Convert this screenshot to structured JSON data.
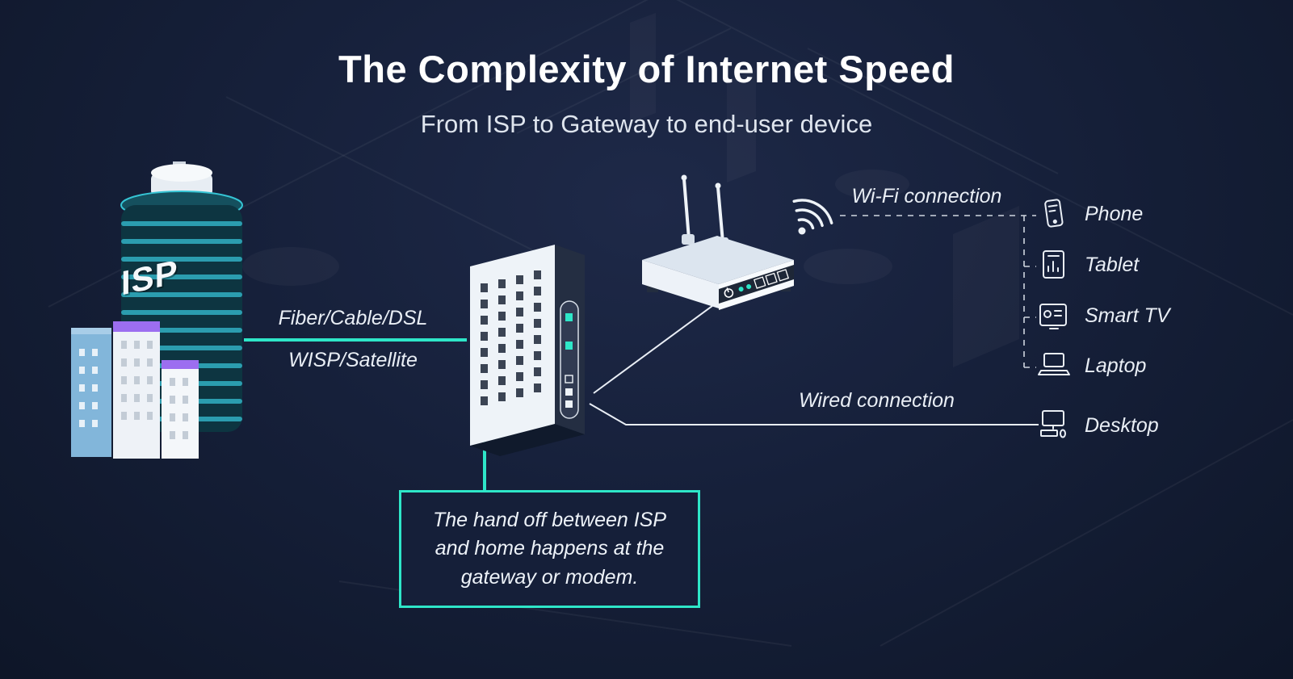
{
  "header": {
    "title": "The Complexity of Internet Speed",
    "subtitle": "From ISP to Gateway to end-user device"
  },
  "isp": {
    "label": "ISP"
  },
  "links": {
    "fiber_top": "Fiber/Cable/DSL",
    "fiber_bottom": "WISP/Satellite",
    "wifi": "Wi-Fi connection",
    "wired": "Wired connection"
  },
  "devices": [
    {
      "label": "Phone",
      "icon": "phone-icon"
    },
    {
      "label": "Tablet",
      "icon": "tablet-icon"
    },
    {
      "label": "Smart TV",
      "icon": "smart-tv-icon"
    },
    {
      "label": "Laptop",
      "icon": "laptop-icon"
    },
    {
      "label": "Desktop",
      "icon": "desktop-icon"
    }
  ],
  "callout": {
    "text": "The hand off between ISP and home happens at the gateway or modem."
  },
  "colors": {
    "accent_teal": "#2ee6c8",
    "purple_accent": "#9c6ef0",
    "background": "#16203a",
    "text": "#ffffff"
  }
}
